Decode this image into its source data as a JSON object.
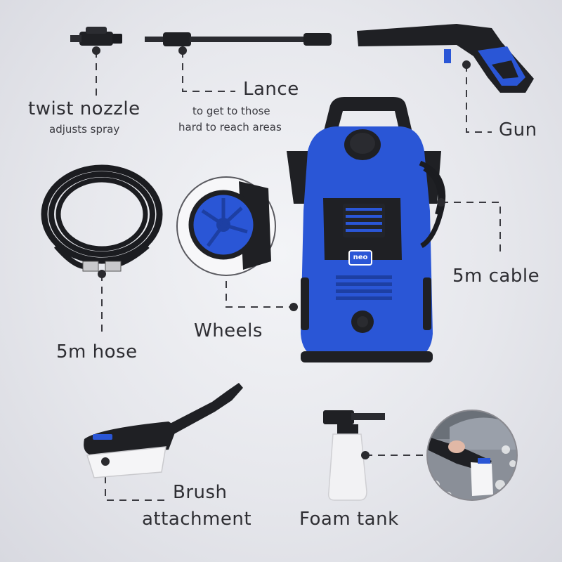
{
  "labels": {
    "twist_nozzle": "twist nozzle",
    "twist_nozzle_sub": "adjusts spray",
    "lance": "Lance",
    "lance_sub_1": "to get to those",
    "lance_sub_2": "hard to reach areas",
    "gun": "Gun",
    "cable": "5m cable",
    "wheels": "Wheels",
    "hose": "5m hose",
    "brush_1": "Brush",
    "brush_2": "attachment",
    "foam_tank": "Foam tank"
  },
  "brand_badge": "neo",
  "colors": {
    "product_blue": "#2a56d6",
    "plastic_black": "#1f2024",
    "label_text": "#2e2e33",
    "background": "#e6e7ec"
  }
}
